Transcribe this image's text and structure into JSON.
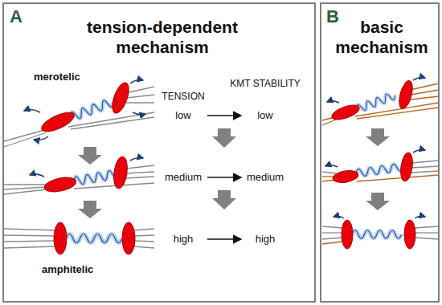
{
  "diagram": {
    "nodes": [
      {
        "text": [
          "A",
          "tension-dependent mechanism"
        ]
      },
      {
        "text": [
          "B",
          "basic mechanism"
        ]
      }
    ],
    "labels": [
      "merotelic",
      "TENSION",
      "KMT STABILITY",
      "low",
      "low",
      "medium",
      "medium",
      "high",
      "high",
      "amphitelic"
    ]
  }
}
